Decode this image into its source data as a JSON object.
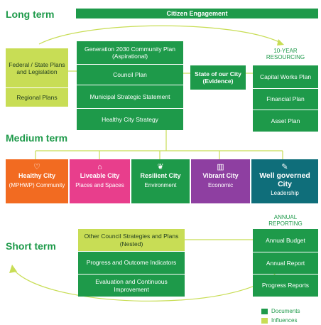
{
  "headings": {
    "long_term": "Long term",
    "medium_term": "Medium term",
    "short_term": "Short term"
  },
  "top_bar": "Citizen Engagement",
  "left_boxes": {
    "federal": "Federal / State Plans and Legislation",
    "regional": "Regional Plans"
  },
  "center_boxes": {
    "generation": "Generation 2030 Community Plan (Aspirational)",
    "council_plan": "Council Plan",
    "municipal": "Municipal Strategic Statement",
    "healthy_city_strategy": "Healthy City Strategy"
  },
  "state_of_city": "State of our City (Evidence)",
  "resourcing": {
    "label": "10-YEAR RESOURCING",
    "items": [
      "Capital Works Plan",
      "Financial Plan",
      "Asset Plan"
    ]
  },
  "categories": [
    {
      "icon": "heart-icon",
      "title": "Healthy City",
      "sub": "(MPHWP) Community",
      "color": "#f26b21"
    },
    {
      "icon": "house-icon",
      "title": "Liveable City",
      "sub": "Places and Spaces",
      "color": "#e83e8c"
    },
    {
      "icon": "leaf-icon",
      "title": "Resilient City",
      "sub": "Environment",
      "color": "#1e9a4a"
    },
    {
      "icon": "bar-chart-icon",
      "title": "Vibrant City",
      "sub": "Economic",
      "color": "#8e3fa1"
    },
    {
      "icon": "leaf-pen-icon",
      "title": "Well governed City",
      "sub": "Leadership",
      "color": "#0f6e7a"
    }
  ],
  "annual": {
    "label": "ANNUAL REPORTING",
    "items": [
      "Annual Budget",
      "Annual Report",
      "Progress Reports"
    ]
  },
  "short_boxes": {
    "other": "Other Council Strategies and Plans (Nested)",
    "progress": "Progress and Outcome Indicators",
    "evaluation": "Evaluation and Continuous Improvement"
  },
  "legend": {
    "documents": "Documents",
    "influences": "Influences",
    "documents_color": "#1e9a4a",
    "influences_color": "#c8dd55"
  }
}
